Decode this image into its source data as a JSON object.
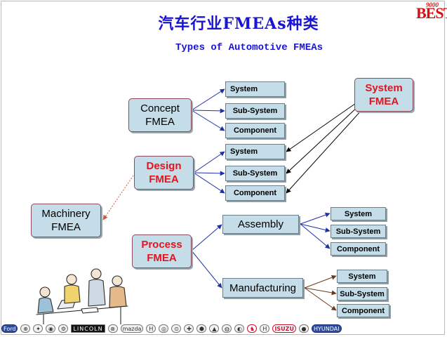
{
  "title": "汽车行业FMEAs种类",
  "subtitle": "Types of Automotive FMEAs",
  "logo": {
    "main": "BEST",
    "small": "9000"
  },
  "nodes": {
    "machinery": "Machinery\nFMEA",
    "concept": "Concept\nFMEA",
    "design": "Design\nFMEA",
    "process": "Process\nFMEA",
    "system_fmea": "System\nFMEA",
    "concept_system": "System",
    "concept_subsystem": "Sub-System",
    "concept_component": "Component",
    "design_system": "System",
    "design_subsystem": "Sub-System",
    "design_component": "Component",
    "assembly": "Assembly",
    "manufacturing": "Manufacturing",
    "assembly_system": "System",
    "assembly_subsystem": "Sub-System",
    "assembly_component": "Component",
    "manuf_system": "System",
    "manuf_subsystem": "Sub-System",
    "manuf_component": "Component"
  },
  "colors": {
    "title": "#1a14d6",
    "red_label": "#e3141e",
    "box_fill": "#c5dde8",
    "arrow_blue": "#1f2fa8",
    "arrow_brown": "#6b3a1e",
    "arrow_dashed": "#d0553a"
  },
  "icons": {
    "people": "people-meeting-icon"
  },
  "brands": [
    {
      "label": "Ford",
      "style": "blue"
    },
    {
      "label": "⊕",
      "style": ""
    },
    {
      "label": "✦",
      "style": ""
    },
    {
      "label": "◉",
      "style": ""
    },
    {
      "label": "⚙",
      "style": ""
    },
    {
      "label": "LINCOLN",
      "style": "word"
    },
    {
      "label": "⊗",
      "style": ""
    },
    {
      "label": "mazda",
      "style": ""
    },
    {
      "label": "H",
      "style": ""
    },
    {
      "label": "◎",
      "style": ""
    },
    {
      "label": "⊙",
      "style": ""
    },
    {
      "label": "✚",
      "style": ""
    },
    {
      "label": "⬢",
      "style": ""
    },
    {
      "label": "▲",
      "style": ""
    },
    {
      "label": "◍",
      "style": ""
    },
    {
      "label": "◐",
      "style": ""
    },
    {
      "label": "♞",
      "style": "red"
    },
    {
      "label": "H",
      "style": ""
    },
    {
      "label": "ISUZU",
      "style": "red"
    },
    {
      "label": "●",
      "style": ""
    },
    {
      "label": "HYUNDAI",
      "style": "blue"
    }
  ]
}
